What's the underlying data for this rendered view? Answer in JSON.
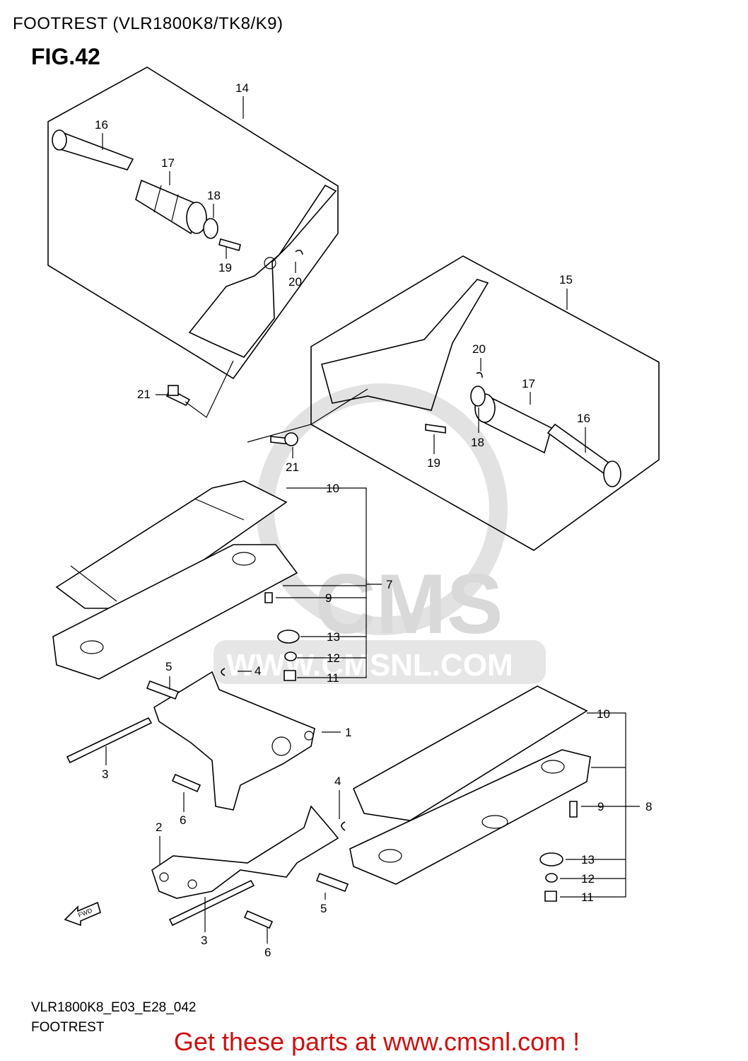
{
  "header": {
    "title": "FOOTREST (VLR1800K8/TK8/K9)",
    "figure": "FIG.42"
  },
  "watermark": {
    "brand": "CMS",
    "url": "WWW.CMSNL.COM"
  },
  "callouts": {
    "c1": "1",
    "c2": "2",
    "c3a": "3",
    "c3b": "3",
    "c4a": "4",
    "c4b": "4",
    "c5a": "5",
    "c5b": "5",
    "c6a": "6",
    "c6b": "6",
    "c7": "7",
    "c8": "8",
    "c9a": "9",
    "c9b": "9",
    "c10a": "10",
    "c10b": "10",
    "c11a": "11",
    "c11b": "11",
    "c12a": "12",
    "c12b": "12",
    "c13a": "13",
    "c13b": "13",
    "c14": "14",
    "c15": "15",
    "c16a": "16",
    "c16b": "16",
    "c17a": "17",
    "c17b": "17",
    "c18a": "18",
    "c18b": "18",
    "c19a": "19",
    "c19b": "19",
    "c20a": "20",
    "c20b": "20",
    "c21a": "21",
    "c21b": "21",
    "fwd": "FWD"
  },
  "footer": {
    "code": "VLR1800K8_E03_E28_042",
    "name": "FOOTREST",
    "banner": "Get these parts at www.cmsnl.com !"
  },
  "colors": {
    "banner": "#cc1111",
    "watermark": "#d9d9d9",
    "lines": "#000000"
  }
}
